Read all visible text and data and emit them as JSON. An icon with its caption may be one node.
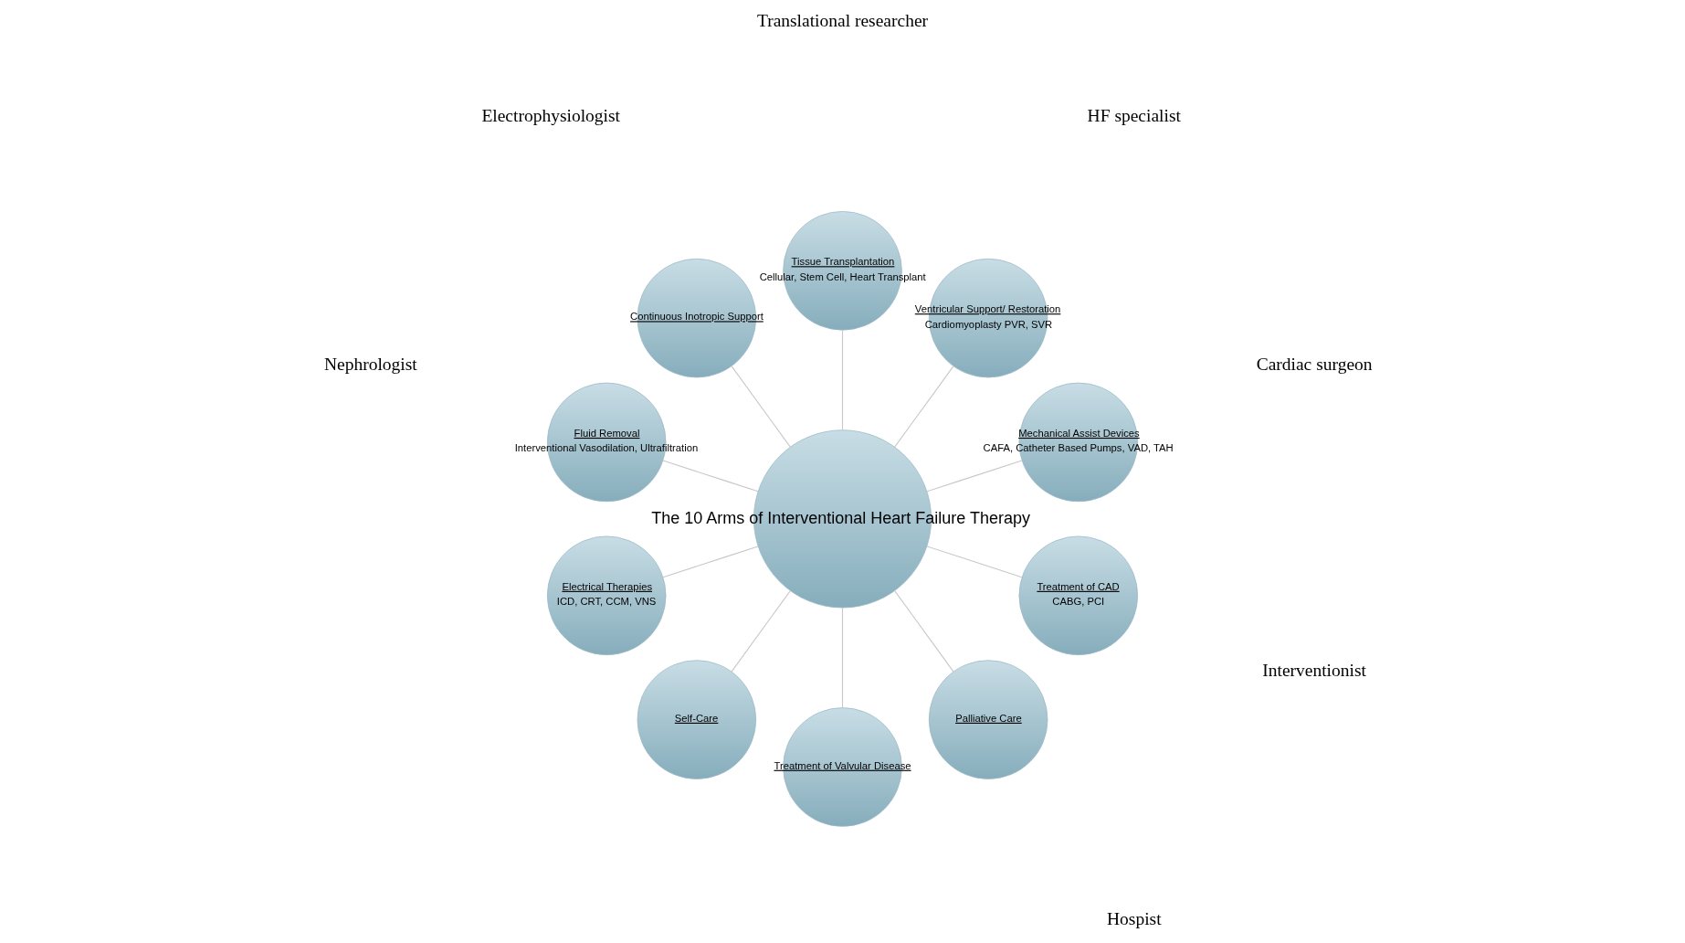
{
  "diagram": {
    "nodes": [
      {
        "text": [
          "The 10 Arms of Interventional Heart Failure Therapy"
        ]
      },
      {
        "text": [
          "Mechanical Assist Devices",
          "CAFA, Catheter Based Pumps, VAD, TAH"
        ]
      },
      {
        "text": [
          "Ventricular Support/ Restoration",
          "Cardiomyoplasty PVR, SVR"
        ]
      },
      {
        "text": [
          "Tissue Transplantation",
          "Cellular, Stem Cell, Heart Transplant"
        ]
      },
      {
        "text": [
          "Continuous Inotropic Support"
        ]
      },
      {
        "text": [
          "Fluid Removal",
          "Interventional Vasodilation, Ultrafiltration"
        ]
      },
      {
        "text": [
          "Electrical Therapies",
          "ICD, CRT, CCM, VNS"
        ]
      },
      {
        "text": [
          "Self-Care"
        ]
      },
      {
        "text": [
          "Treatment of Valvular Disease"
        ]
      },
      {
        "text": [
          "Palliative Care"
        ]
      },
      {
        "text": [
          "Treatment of CAD",
          "CABG, PCI"
        ]
      }
    ],
    "edges": [
      {
        "from": 0,
        "to": 1,
        "arrow": "none"
      },
      {
        "from": 0,
        "to": 2,
        "arrow": "none"
      },
      {
        "from": 0,
        "to": 4,
        "arrow": "none"
      },
      {
        "from": 0,
        "to": 6,
        "arrow": "none"
      },
      {
        "from": 0,
        "to": 8,
        "arrow": "none"
      },
      {
        "from": 0,
        "to": 10,
        "arrow": "none"
      },
      {
        "from": 0,
        "to": 9,
        "arrow": "none"
      },
      {
        "from": 0,
        "to": 7,
        "arrow": "none"
      },
      {
        "from": 0,
        "to": 5,
        "arrow": "none"
      },
      {
        "from": 0,
        "to": 3,
        "arrow": "none"
      }
    ],
    "labels": [
      "Cardiac surgeon",
      "HF specialist",
      "Translational researcher",
      "Electrophysiologist",
      "Nephrologist",
      "Hospist",
      "Interventionist"
    ]
  }
}
